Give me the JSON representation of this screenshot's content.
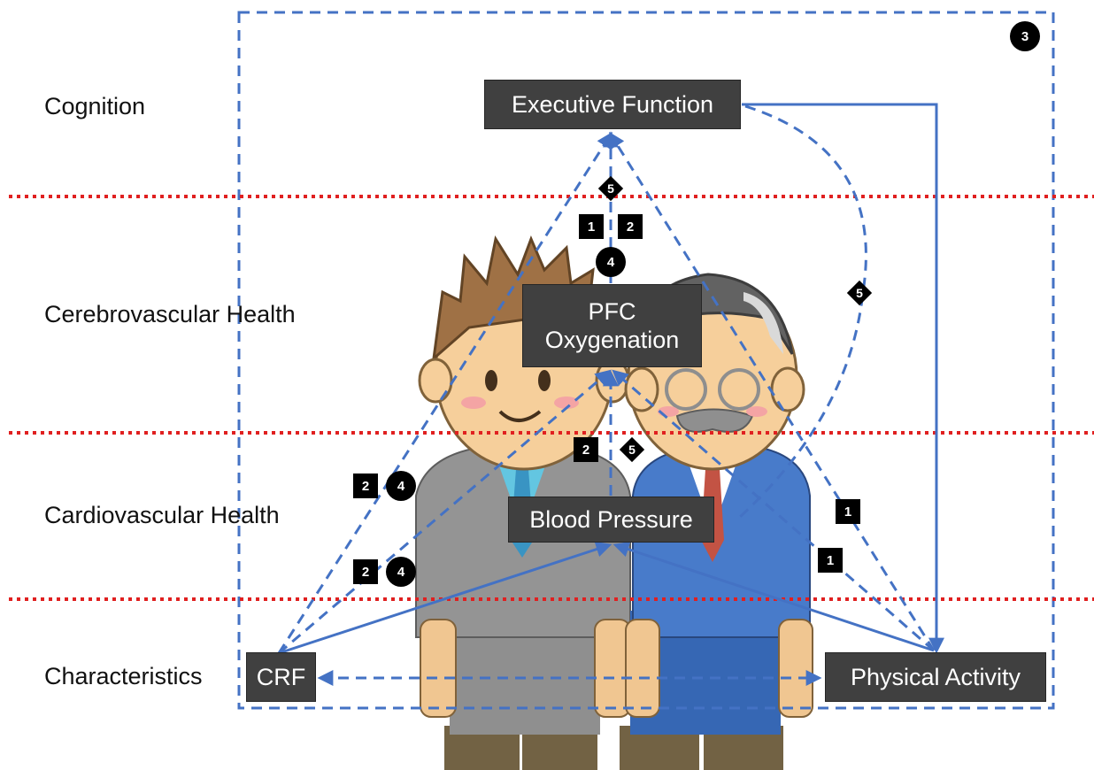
{
  "levels": {
    "cognition": "Cognition",
    "cerebrovascular": "Cerebrovascular Health",
    "cardiovascular": "Cardiovascular Health",
    "characteristics": "Characteristics"
  },
  "nodes": {
    "executive_function": "Executive Function",
    "pfc_line1": "PFC",
    "pfc_line2": "Oxygenation",
    "blood_pressure": "Blood Pressure",
    "crf": "CRF",
    "physical_activity": "Physical Activity"
  },
  "badges": {
    "ef_diamond": "5",
    "ef_sq1": "1",
    "ef_sq2": "2",
    "ef_circle": "4",
    "right_diamond": "5",
    "corner_circle": "3",
    "bp_sq": "2",
    "bp_diamond": "5",
    "left_upper_sq": "2",
    "left_upper_ci": "4",
    "left_lower_sq": "2",
    "left_lower_ci": "4",
    "right_sq_a": "1",
    "right_sq_b": "1"
  },
  "colors": {
    "arrow": "#4472c4",
    "level_divider": "#e02020",
    "node_fill": "#404040"
  }
}
